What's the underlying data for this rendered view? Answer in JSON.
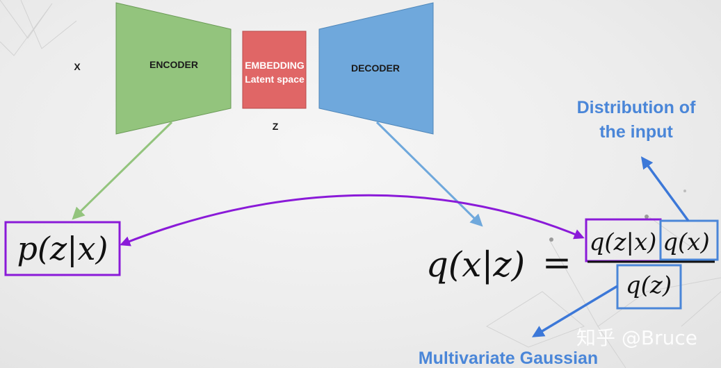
{
  "labels": {
    "x": "X",
    "encoder": "ENCODER",
    "embedding_line1": "EMBEDDING",
    "embedding_line2": "Latent space",
    "z": "Z",
    "decoder": "DECODER"
  },
  "math": {
    "posterior": "p(z|x)",
    "lhs": "q(x|z)",
    "equals": "=",
    "numerator_left": "q(z|x)",
    "numerator_right": "q(x)",
    "denominator": "q(z)"
  },
  "captions": {
    "distribution_line1": "Distribution of",
    "distribution_line2": "the input",
    "multivariate": "Multivariate Gaussian"
  },
  "watermark": "知乎 @Bruce",
  "colors": {
    "encoder": "#93c47d",
    "embedding": "#e06666",
    "decoder": "#6fa8dc",
    "purple": "#8a1ad8",
    "blue_box": "#4a86d8",
    "blue_text": "#4a86d8"
  },
  "icons": {
    "arrows": "arrow-icon"
  }
}
